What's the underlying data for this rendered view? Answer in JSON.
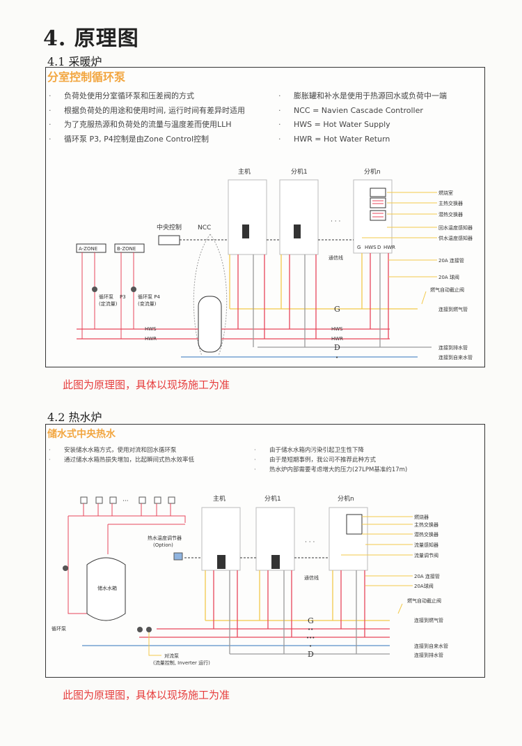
{
  "page": {
    "title": "4.  原理图"
  },
  "section1": {
    "subtitle": "4.1 采暖炉",
    "box_title": "分室控制循环泵",
    "bullets_left": [
      "负荷处使用分室循环泵和压差阀的方式",
      "根据负荷处的用途和使用时间, 运行时间有差异时适用",
      "为了克服热源和负荷处的流量与温度差而使用LLH",
      "循环泵 P3, P4控制是由Zone Control控制"
    ],
    "bullets_right": [
      "膨胀罐和补水是使用于热源回水或负荷中一端",
      "NCC = Navien Cascade Controller",
      "HWS = Hot Water Supply",
      "HWR = Hot Water Return"
    ],
    "diagram": {
      "units": [
        "主机",
        "分机1",
        "分机n"
      ],
      "ellipsis": "· · ·",
      "central_control": "中央控制",
      "ncc": "NCC",
      "zones": [
        "A-ZONE",
        "B-ZONE"
      ],
      "pump_p3": "循环泵",
      "pump_p3_flow": "(定流量)",
      "p3": "P3",
      "pump_p4": "循环泵 P4",
      "pump_p4_flow": "(变流量)",
      "comm_line": "通信线",
      "unit_ports": [
        "G",
        "HWS",
        "D",
        "HWR"
      ],
      "pipes": {
        "g": "G",
        "hws": "HWS",
        "hwr": "HWR",
        "d": "D",
        "dot": "•"
      },
      "callouts": [
        "燃烧室",
        "主热交换器",
        "潜热交换器",
        "回水温度感知器",
        "供水温度感知器",
        "20A 连接管",
        "20A 球阀",
        "燃气自动截止阀",
        "连接到燃气管",
        "连接到排水管",
        "连接到自来水管"
      ]
    },
    "caption": "此图为原理图，具体以现场施工为准"
  },
  "section2": {
    "subtitle": "4.2 热水炉",
    "box_title": "储水式中央热水",
    "bullets_left": [
      "安装储水水箱方式，使用对流和回水循环泵",
      "通过储水水箱热损失增加，比起瞬间式热水效率低"
    ],
    "bullets_right": [
      "由于储水水箱内污染引起卫生性下降",
      "由于是短期事例，我公司不推荐此种方式",
      "热水炉内部需要考虑增大的压力(27LPM基准约17m)"
    ],
    "diagram": {
      "units": [
        "主机",
        "分机1",
        "分机n"
      ],
      "ellipsis": "· · ·",
      "thermostat": "热水温度调节器",
      "thermostat_option": "(Option)",
      "tank": "储水水箱",
      "circ_pump": "循环泵",
      "conv_pump": "对流泵",
      "conv_pump_note": "(流量控制, Inverter 运行)",
      "comm_line": "通信线",
      "faucet_ellipsis": "···",
      "pipes": {
        "g": "G",
        "dd": "••",
        "ddd": "•••",
        "dot": "•",
        "d": "D"
      },
      "callouts": [
        "燃烧器",
        "主热交换器",
        "潜热交换器",
        "流量感知器",
        "流量调节阀",
        "20A 连接管",
        "20A球阀",
        "燃气自动截止阀",
        "连接到燃气管",
        "连接到自来水管",
        "连接到排水管"
      ]
    },
    "caption": "此图为原理图，具体以现场施工为准"
  },
  "colors": {
    "accent": "#f2a640",
    "caption": "#e63c3c",
    "hot": "#e8455a",
    "gas": "#f3c94a",
    "water": "#5a8fc8",
    "drain": "#9a9a9a"
  }
}
